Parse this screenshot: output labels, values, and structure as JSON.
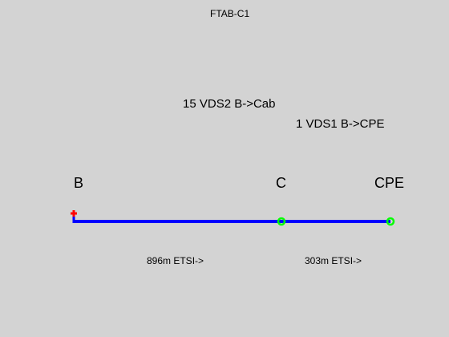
{
  "title": "FTAB-C1",
  "configs": [
    "15 VDS2 B->Cab",
    "1 VDS1 B->CPE"
  ],
  "nodes": [
    {
      "label": "B",
      "marker": "cross",
      "color": "#ff0000"
    },
    {
      "label": "C",
      "marker": "circle",
      "color": "#00ff00"
    },
    {
      "label": "CPE",
      "marker": "circle",
      "color": "#00ff00"
    }
  ],
  "segments": [
    {
      "label": "896m ETSI->",
      "color": "#0000ff"
    },
    {
      "label": "303m ETSI->",
      "color": "#0000ff"
    }
  ]
}
